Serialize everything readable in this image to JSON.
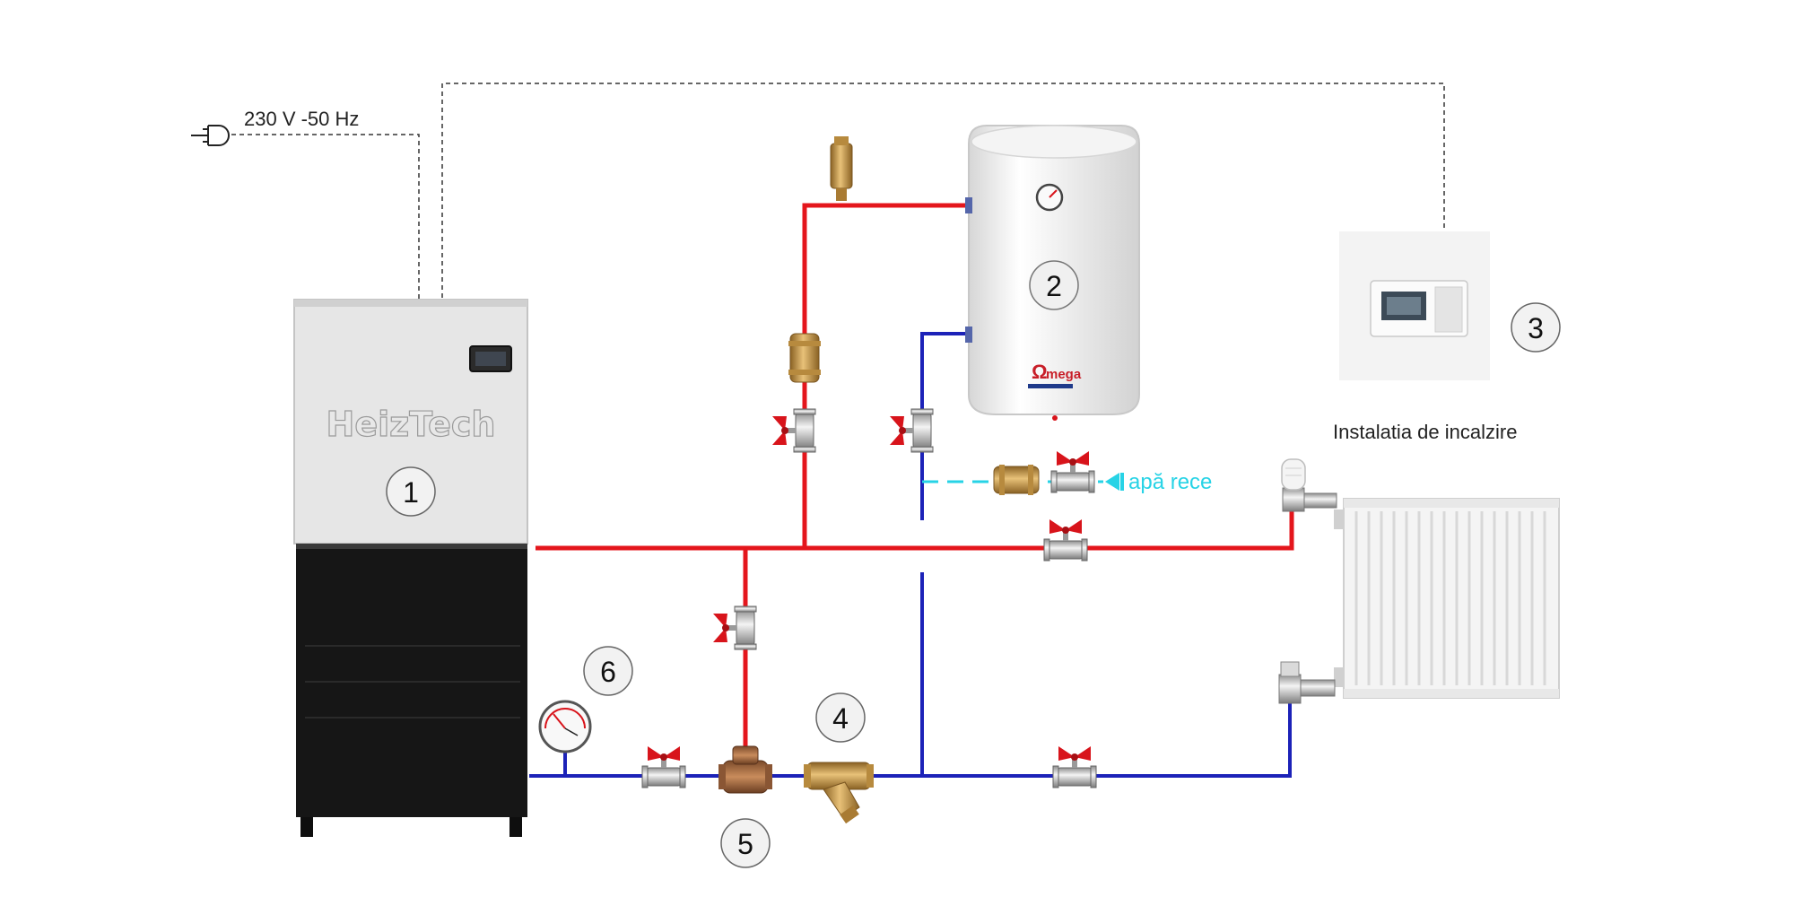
{
  "labels": {
    "power": "230 V -50 Hz",
    "boiler_brand": "HeizTech",
    "tank_brand": "mega",
    "tank_brand_initial": "Ω",
    "cold_water": "apă rece",
    "heating_installation": "Instalatia de incalzire"
  },
  "markers": {
    "boiler": "1",
    "water_tank": "2",
    "thermostat": "3",
    "strainer": "4",
    "mixing_valve": "5",
    "thermomanometer": "6"
  },
  "colors": {
    "supply_pipe": "#e4161c",
    "return_pipe": "#1c22b8",
    "cold_water": "#27d3e6",
    "control_wire": "#333333",
    "valve_handle": "#d8141b",
    "brass": "#c8974a",
    "chrome": "#c9c9c9",
    "boiler_panel": "#e6e6e6",
    "boiler_body": "#161616"
  }
}
